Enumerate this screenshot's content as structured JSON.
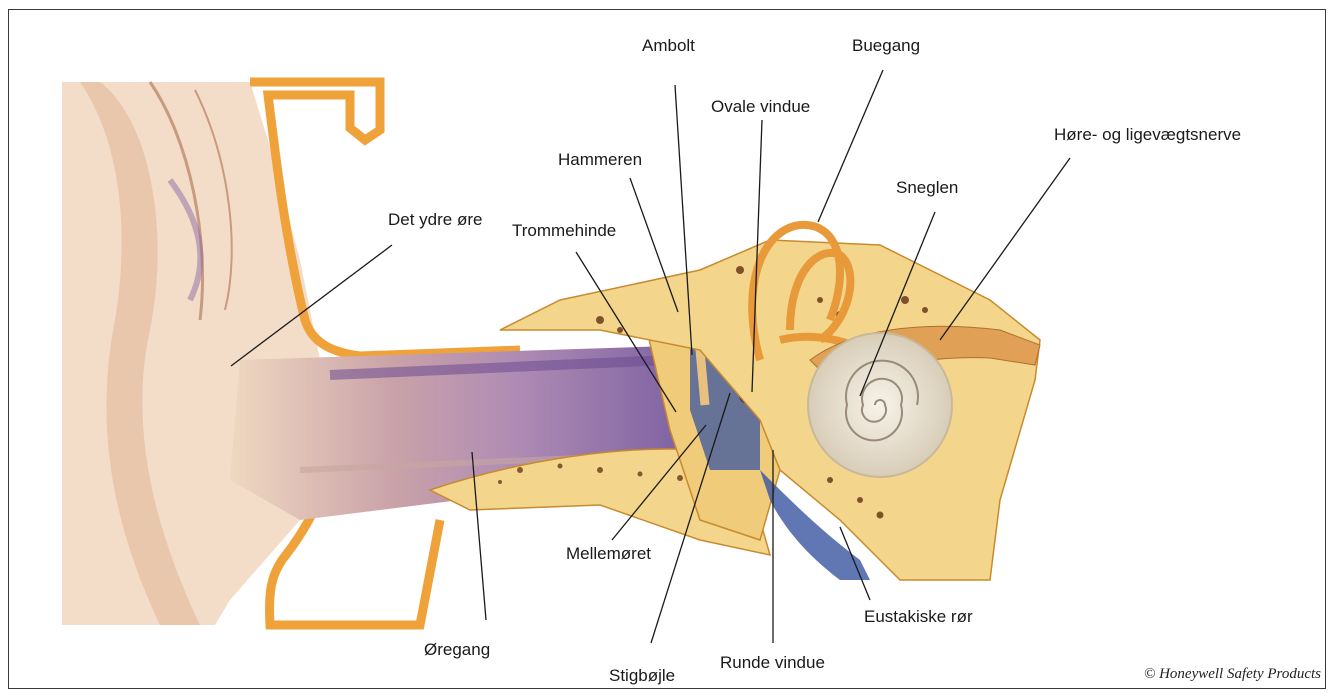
{
  "labels": {
    "ambolt": "Ambolt",
    "buegang": "Buegang",
    "ovale_vindue": "Ovale vindue",
    "hammeren": "Hammeren",
    "hore_nerve": "Høre- og ligevægtsnerve",
    "sneglen": "Sneglen",
    "det_ydre_ore": "Det ydre øre",
    "trommehinde": "Trommehinde",
    "mellemoret": "Mellemøret",
    "oregang": "Øregang",
    "stigbojle": "Stigbøjle",
    "runde_vindue": "Runde vindue",
    "eustakiske_ror": "Eustakiske rør"
  },
  "credit": "© Honeywell Safety Products",
  "colors": {
    "skin": "#f3ddc8",
    "skin_shadow": "#e6c2a6",
    "canal_orange": "#f0a23a",
    "canal_tissue": "#d7b28e",
    "purple": "#6b4a8f",
    "bone": "#f3d68c",
    "bone_dark": "#c98a2e",
    "cochlea": "#ece4d4",
    "blue": "#3a55a0",
    "leader": "#1a1a1a"
  }
}
